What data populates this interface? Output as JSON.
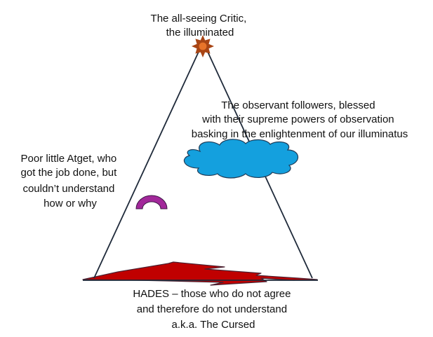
{
  "labels": {
    "critic": [
      "The all-seeing Critic,",
      "the illuminated"
    ],
    "followers": [
      "The observant followers, blessed",
      "with their supreme powers of observation",
      "basking in the enlightenment of our illuminatus"
    ],
    "atget": [
      "Poor little Atget, who",
      "got the job done, but",
      "couldn’t understand",
      "how or why"
    ],
    "hades": [
      "HADES – those who do not agree",
      "and therefore do not understand",
      "a.k.a. The Cursed"
    ]
  },
  "colors": {
    "outline": "#1f2a3a",
    "sun_fill": "#e8742a",
    "sun_rays": "#a84515",
    "cloud_fill": "#14a0de",
    "cloud_stroke": "#1f3b57",
    "arc_fill": "#a2289a",
    "arc_stroke": "#3e1846",
    "lightning_fill": "#c00000",
    "lightning_stroke": "#4a2030"
  },
  "icons": {
    "apex": "sun-icon",
    "followers": "cloud-icon",
    "atget": "arc-icon",
    "hades": "lightning-bolt-icon"
  }
}
